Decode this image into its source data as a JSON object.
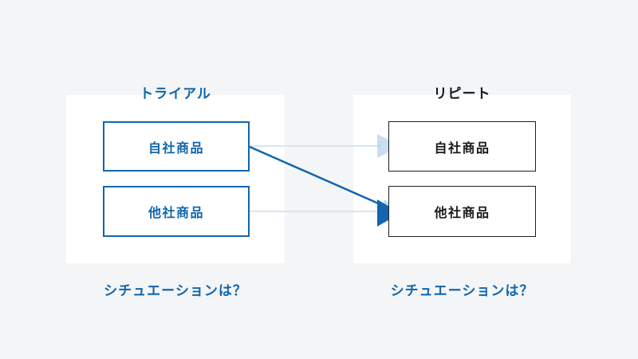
{
  "colors": {
    "background": "#f4f5f6",
    "panel_background": "#ffffff",
    "accent_blue": "#1166ad",
    "light_blue_line": "#d9e5f2",
    "light_blue_arrowhead": "#9fc3e3",
    "dark_text": "#1a1a1a",
    "black_box_border": "#1f1f1f"
  },
  "left_panel": {
    "title": "トライアル",
    "boxes": [
      {
        "label": "自社商品"
      },
      {
        "label": "他社商品"
      }
    ],
    "caption": "シチュエーションは？"
  },
  "right_panel": {
    "title": "リピート",
    "boxes": [
      {
        "label": "自社商品"
      },
      {
        "label": "他社商品"
      }
    ],
    "caption": "シチュエーションは？"
  },
  "arrows": [
    {
      "from": "trial-own-product",
      "to": "repeat-own-product",
      "style": "light"
    },
    {
      "from": "trial-other-product",
      "to": "repeat-other-product",
      "style": "light"
    },
    {
      "from": "trial-own-product",
      "to": "repeat-other-product",
      "style": "dark-emphasized"
    }
  ]
}
